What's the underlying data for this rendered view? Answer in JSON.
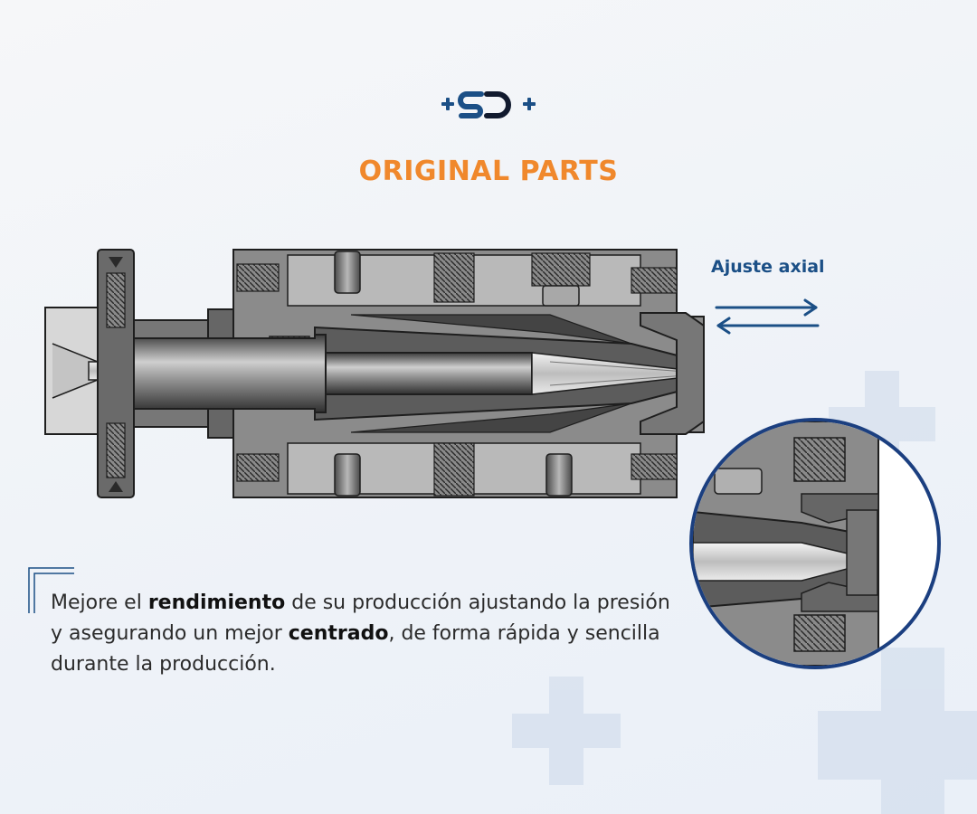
{
  "logo": {
    "text": "SD",
    "icon": "sd-plus-logo"
  },
  "title": "ORIGINAL PARTS",
  "adjustment": {
    "label": "Ajuste axial",
    "icon": "bidirectional-arrows-icon"
  },
  "description": {
    "p1": "Mejore el ",
    "b1": "rendimiento",
    "p2": " de su producción ajustando la presión y asegurando un mejor ",
    "b2": "centrado",
    "p3": ", de forma rápida y sencilla durante la producción."
  },
  "colors": {
    "accent_orange": "#f0882c",
    "brand_blue": "#1b4f86",
    "dark_blue": "#1b3f80",
    "text": "#2b2b2b",
    "steel": "#7d7d7d"
  }
}
